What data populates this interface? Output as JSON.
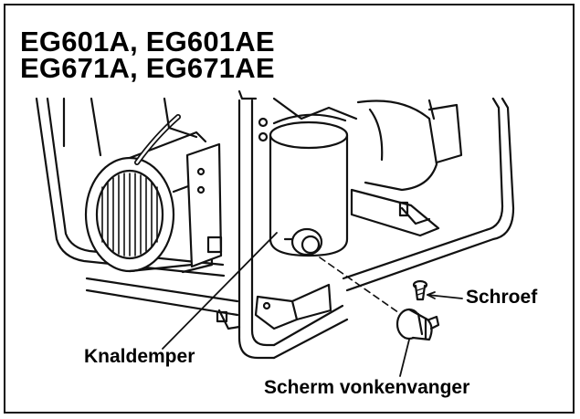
{
  "title": {
    "line1": "EG601A, EG601AE",
    "line2": "EG671A, EG671AE"
  },
  "labels": {
    "muffler": "Knaldemper",
    "screw": "Schroef",
    "spark_arrester_screen": "Scherm vonkenvanger"
  }
}
